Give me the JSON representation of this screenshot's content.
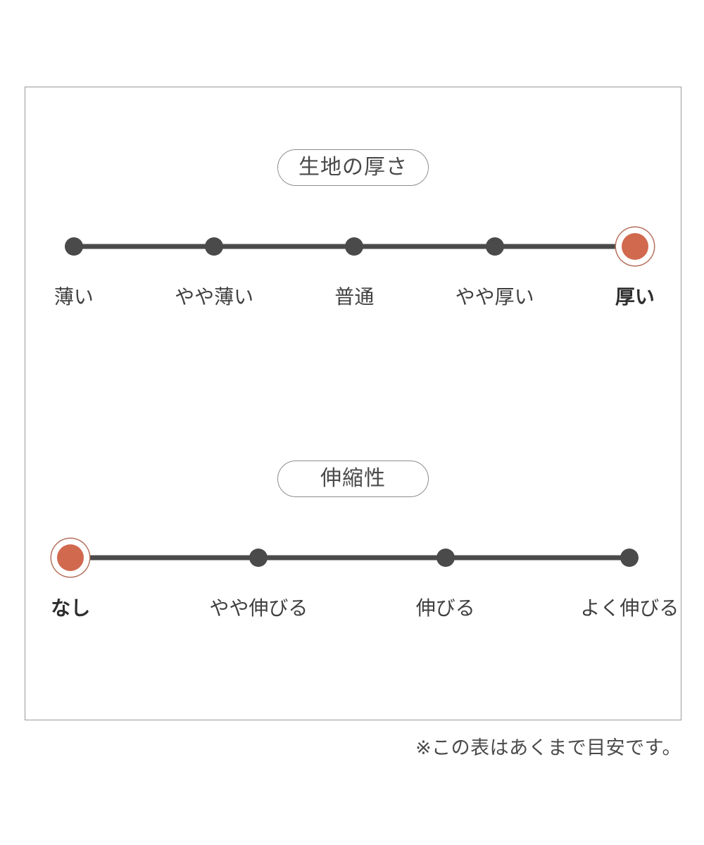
{
  "card": {
    "sections": [
      {
        "id": "fabric-thickness",
        "title": "生地の厚さ",
        "selected_index": 4,
        "ticks": [
          {
            "label": "薄い",
            "x_pct": 7.4
          },
          {
            "label": "やや薄い",
            "x_pct": 28.8
          },
          {
            "label": "普通",
            "x_pct": 50.2
          },
          {
            "label": "やや厚い",
            "x_pct": 71.6
          },
          {
            "label": "厚い",
            "x_pct": 93.0
          }
        ]
      },
      {
        "id": "fabric-stretch",
        "title": "伸縮性",
        "selected_index": 0,
        "ticks": [
          {
            "label": "なし",
            "x_pct": 6.9
          },
          {
            "label": "やや伸びる",
            "x_pct": 35.6
          },
          {
            "label": "伸びる",
            "x_pct": 64.1
          },
          {
            "label": "よく伸びる",
            "x_pct": 92.2
          }
        ]
      }
    ]
  },
  "footnote": "※この表はあくまで目安です。",
  "colors": {
    "selected": "#d1694f",
    "selected_ring": "#b5705c",
    "track": "#4a4a4a",
    "node": "#4a4a4a",
    "border": "#9a9a9a",
    "pill_border": "#8d8d8d",
    "text": "#3f3f3f",
    "background": "#ffffff"
  }
}
